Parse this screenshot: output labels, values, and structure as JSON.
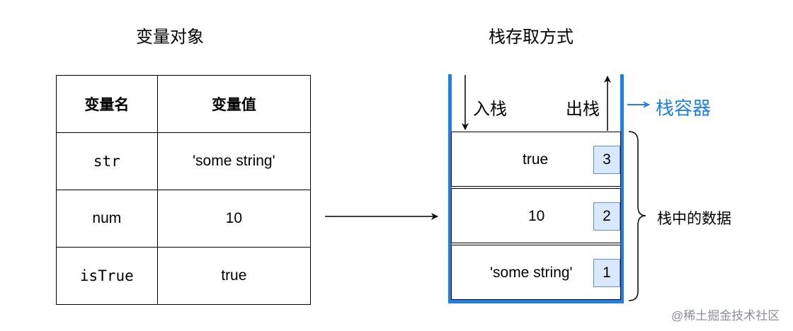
{
  "left_title": "变量对象",
  "right_title": "栈存取方式",
  "table": {
    "headers": [
      "变量名",
      "变量值"
    ],
    "rows": [
      [
        "str",
        "'some string'"
      ],
      [
        "num",
        "10"
      ],
      [
        "isTrue",
        "true"
      ]
    ]
  },
  "stack": {
    "push_label": "入栈",
    "pop_label": "出栈",
    "container_label": "栈容器",
    "data_label": "栈中的数据",
    "items": [
      {
        "value": "true",
        "index": "3"
      },
      {
        "value": "10",
        "index": "2"
      },
      {
        "value": "'some string'",
        "index": "1"
      }
    ]
  },
  "watermark": "@稀土掘金技术社区",
  "colors": {
    "accent": "#1e80ea",
    "badge_fill": "#dae8fc",
    "badge_border": "#6c8ebf"
  }
}
